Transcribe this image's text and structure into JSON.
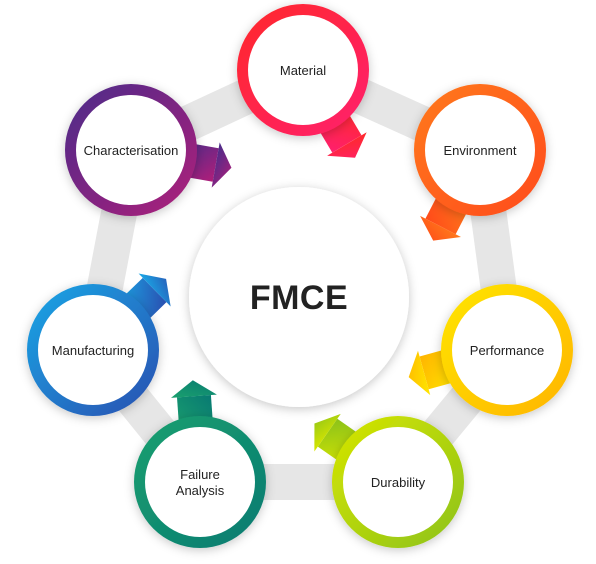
{
  "diagram": {
    "center": {
      "label": "FMCE"
    },
    "nodes": [
      {
        "id": "material",
        "lines": [
          "Material"
        ],
        "colors": [
          "#ff2a2a",
          "#ff1f6e"
        ]
      },
      {
        "id": "environment",
        "lines": [
          "Environment"
        ],
        "colors": [
          "#ff7a1a",
          "#ff4a1a"
        ]
      },
      {
        "id": "performance",
        "lines": [
          "Performance"
        ],
        "colors": [
          "#ffe600",
          "#ffb400"
        ]
      },
      {
        "id": "durability",
        "lines": [
          "Durability"
        ],
        "colors": [
          "#d7e600",
          "#8cc21a"
        ]
      },
      {
        "id": "failure-analysis",
        "lines": [
          "Failure",
          "Analysis"
        ],
        "colors": [
          "#1aa06e",
          "#087a72"
        ]
      },
      {
        "id": "manufacturing",
        "lines": [
          "Manufacturing"
        ],
        "colors": [
          "#1aa7e6",
          "#2a4fb0"
        ]
      },
      {
        "id": "characterisation",
        "lines": [
          "Characterisation"
        ],
        "colors": [
          "#4a2c8a",
          "#b01e7a"
        ]
      }
    ],
    "ring_color": "#e6e6e6"
  }
}
